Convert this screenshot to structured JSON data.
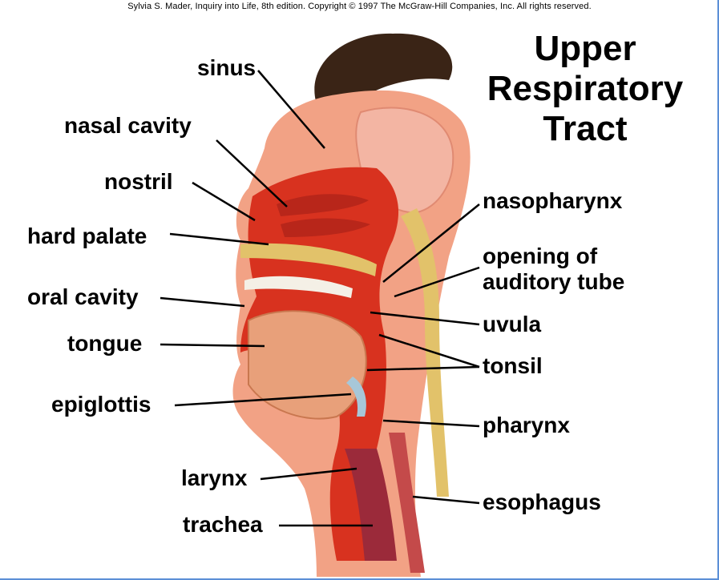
{
  "credit": "Sylvia S. Mader, Inquiry into Life, 8th edition. Copyright © 1997 The McGraw-Hill Companies, Inc. All rights reserved.",
  "title": [
    "Upper",
    "Respiratory",
    "Tract"
  ],
  "labels": {
    "sinus": "sinus",
    "nasal_cavity": "nasal cavity",
    "nostril": "nostril",
    "hard_palate": "hard palate",
    "oral_cavity": "oral cavity",
    "tongue": "tongue",
    "epiglottis": "epiglottis",
    "larynx": "larynx",
    "trachea": "trachea",
    "nasopharynx": "nasopharynx",
    "opening_of_auditory_tube": [
      "opening of",
      "auditory tube"
    ],
    "uvula": "uvula",
    "tonsil": "tonsil",
    "pharynx": "pharynx",
    "esophagus": "esophagus"
  },
  "colors": {
    "frame": "#5b8fd6",
    "skin": "#f2a285",
    "flesh": "#d8321f",
    "bone": "#e2c26a",
    "hair": "#3a2416"
  }
}
